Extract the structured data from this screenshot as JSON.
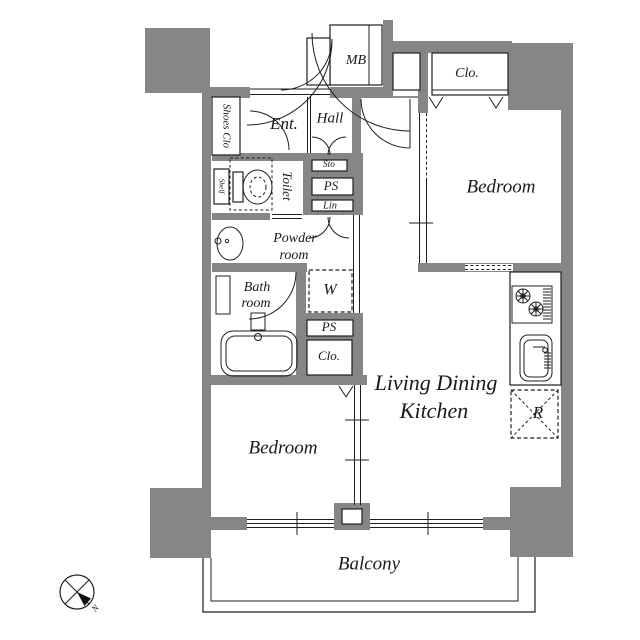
{
  "title": "1LDK apartment floor plan",
  "colors": {
    "wall": "#868686",
    "line": "#1f1f1f",
    "text": "#1a1a1a",
    "bg": "#ffffff"
  },
  "labels": {
    "shoes_closet": "Shoes Clo",
    "entrance": "Ent.",
    "hall": "Hall",
    "meter_box": "MB",
    "closet_top": "Clo.",
    "bedroom_top": "Bedroom",
    "storage": "Sto",
    "pipe_space_upper": "PS",
    "linen": "Lin",
    "toilet": "Toilet",
    "shelf": "Shelf",
    "powder_room_line1": "Powder",
    "powder_room_line2": "room",
    "washer": "W",
    "bath_room_line1": "Bath",
    "bath_room_line2": "room",
    "ldk_line1": "Living Dining",
    "ldk_line2": "Kitchen",
    "pipe_space_lower": "PS",
    "closet_lower": "Clo.",
    "bedroom_lower": "Bedroom",
    "refrigerator": "R",
    "balcony": "Balcony",
    "compass_north": "N"
  }
}
